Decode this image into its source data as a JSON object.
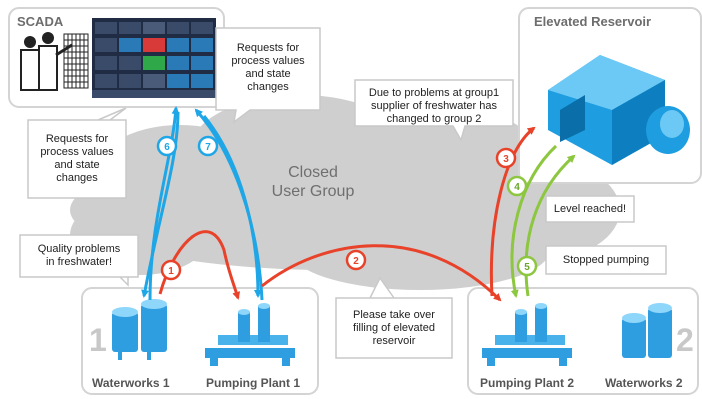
{
  "cloud": {
    "line1": "Closed",
    "line2": "User Group"
  },
  "panels": {
    "scada": "SCADA",
    "reservoir": "Elevated Reservoir",
    "waterworks1": "Waterworks 1",
    "pumping1": "Pumping Plant 1",
    "pumping2": "Pumping Plant 2",
    "waterworks2": "Waterworks 2",
    "num1": "1",
    "num2": "2"
  },
  "callouts": {
    "requests_left": [
      "Requests for",
      "process values",
      "and state",
      "changes"
    ],
    "requests_top": [
      "Requests for",
      "process values",
      "and state",
      "changes"
    ],
    "due_to": [
      "Due to problems at group1",
      "supplier of freshwater has",
      "changed to group 2"
    ],
    "quality": [
      "Quality problems",
      "in freshwater!"
    ],
    "level": [
      "Level reached!"
    ],
    "stopped": [
      "Stopped pumping"
    ],
    "takeover": [
      "Please take over",
      "filling of elevated",
      "reservoir"
    ]
  },
  "badges": [
    "1",
    "2",
    "3",
    "4",
    "5",
    "6",
    "7"
  ],
  "colors": {
    "red": "#e8432a",
    "blue": "#1ea6e6",
    "green": "#8dc63f",
    "equipment": "#3aaee8",
    "cloud": "#cfcfcf"
  }
}
